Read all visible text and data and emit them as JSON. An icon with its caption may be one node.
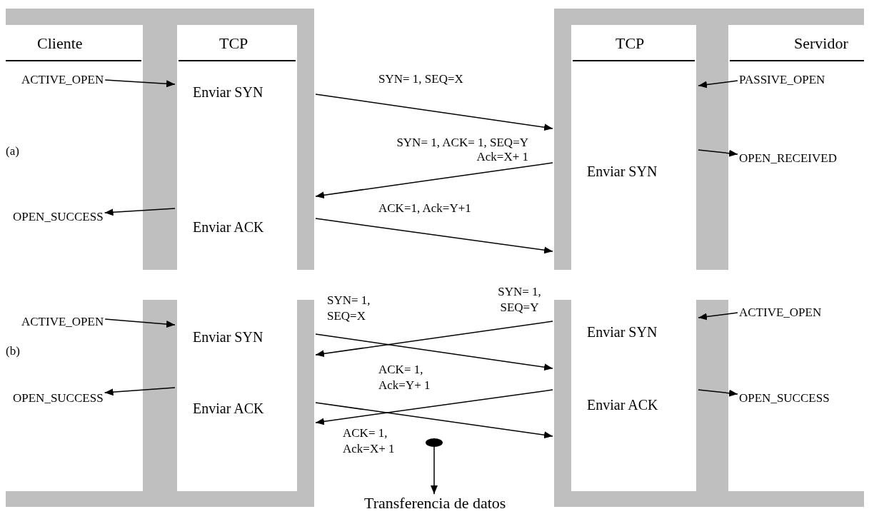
{
  "diagram": {
    "nodes": [
      {
        "text": [],
        "shape": "bar"
      },
      {
        "text": [],
        "shape": "bar"
      },
      {
        "text": [],
        "shape": "bar"
      },
      {
        "text": [],
        "shape": "bar"
      },
      {
        "text": [],
        "shape": "bar"
      },
      {
        "text": [],
        "shape": "bar"
      },
      {
        "text": [],
        "shape": "bar"
      },
      {
        "text": [],
        "shape": "bar"
      },
      {
        "text": [
          "ACTIVE_OPEN"
        ]
      },
      {
        "text": [
          "PASSIVE_OPEN"
        ]
      },
      {
        "text": [
          "OPEN_RECEIVED"
        ]
      },
      {
        "text": [
          "OPEN_SUCCESS"
        ]
      },
      {
        "text": [
          "ACTIVE_OPEN"
        ]
      },
      {
        "text": [
          "ACTIVE_OPEN"
        ]
      },
      {
        "text": [
          "OPEN_SUCCESS"
        ]
      },
      {
        "text": [
          "OPEN_SUCCESS"
        ]
      },
      {
        "text": [],
        "shape": "ellipse"
      },
      {
        "text": [
          "Transferencia de datos"
        ]
      }
    ],
    "edges": [
      {
        "from": 8,
        "to": 0,
        "arrow": "to"
      },
      {
        "from": 1,
        "to": 2,
        "arrow": "to",
        "label": "SYN= 1, SEQ=X"
      },
      {
        "from": 9,
        "to": 3,
        "arrow": "to"
      },
      {
        "from": 2,
        "to": 1,
        "arrow": "to",
        "label": "SYN= 1, ACK= 1, SEQ=Y Ack=X+ 1"
      },
      {
        "from": 3,
        "to": 10,
        "arrow": "to"
      },
      {
        "from": 0,
        "to": 11,
        "arrow": "to"
      },
      {
        "from": 1,
        "to": 2,
        "arrow": "to",
        "label": "ACK=1, Ack=Y+1"
      },
      {
        "from": 12,
        "to": 4,
        "arrow": "to"
      },
      {
        "from": 13,
        "to": 7,
        "arrow": "to"
      },
      {
        "from": 5,
        "to": 6,
        "arrow": "to",
        "label": "SYN= 1, SEQ=X"
      },
      {
        "from": 6,
        "to": 5,
        "arrow": "to",
        "label": "SYN= 1, SEQ=Y"
      },
      {
        "from": 4,
        "to": 14,
        "arrow": "to"
      },
      {
        "from": 7,
        "to": 15,
        "arrow": "to"
      },
      {
        "from": 6,
        "to": 5,
        "arrow": "to",
        "label": "ACK= 1, Ack=Y+ 1"
      },
      {
        "from": 5,
        "to": 6,
        "arrow": "to",
        "label": "ACK= 1, Ack=X+ 1"
      },
      {
        "from": 16,
        "to": 17,
        "arrow": "to"
      }
    ],
    "labels": [
      "Cliente",
      "TCP",
      "TCP",
      "Servidor",
      "Enviar SYN",
      "(a)",
      "Enviar SYN",
      "Enviar ACK",
      "Enviar SYN",
      "Enviar SYN",
      "(b)",
      "Enviar ACK",
      "Enviar ACK"
    ]
  }
}
